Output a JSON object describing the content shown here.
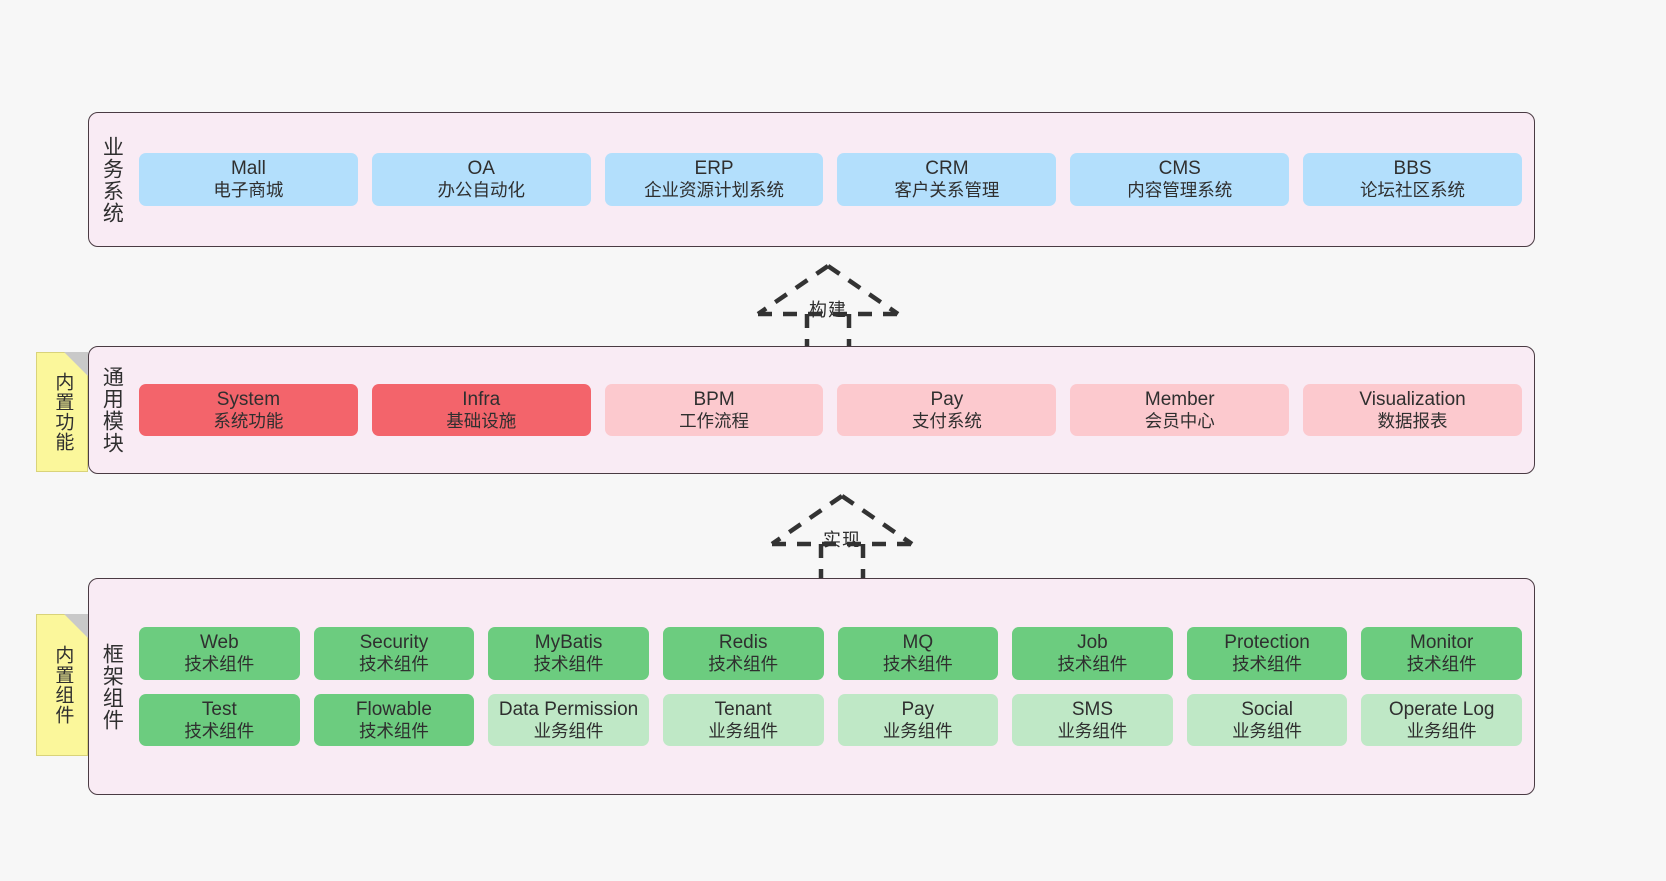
{
  "diagram": {
    "background": "#f7f7f7",
    "panel_fill": "#f9ebf4",
    "panel_border": "#4a3b43",
    "sticky_fill": "#fbf79b"
  },
  "layers": [
    {
      "id": "business",
      "title": "业务系统",
      "node_color": "#b3dffc",
      "rows": [
        {
          "nodes": [
            {
              "title": "Mall",
              "sub": "电子商城",
              "style": "blue"
            },
            {
              "title": "OA",
              "sub": "办公自动化",
              "style": "blue"
            },
            {
              "title": "ERP",
              "sub": "企业资源计划系统",
              "style": "blue"
            },
            {
              "title": "CRM",
              "sub": "客户关系管理",
              "style": "blue"
            },
            {
              "title": "CMS",
              "sub": "内容管理系统",
              "style": "blue"
            },
            {
              "title": "BBS",
              "sub": "论坛社区系统",
              "style": "blue"
            }
          ]
        }
      ]
    },
    {
      "id": "modules",
      "title": "通用模块",
      "sticky": "内置功能",
      "rows": [
        {
          "nodes": [
            {
              "title": "System",
              "sub": "系统功能",
              "style": "red-dark"
            },
            {
              "title": "Infra",
              "sub": "基础设施",
              "style": "red-dark"
            },
            {
              "title": "BPM",
              "sub": "工作流程",
              "style": "red-light"
            },
            {
              "title": "Pay",
              "sub": "支付系统",
              "style": "red-light"
            },
            {
              "title": "Member",
              "sub": "会员中心",
              "style": "red-light"
            },
            {
              "title": "Visualization",
              "sub": "数据报表",
              "style": "red-light"
            }
          ]
        }
      ]
    },
    {
      "id": "framework",
      "title": "框架组件",
      "sticky": "内置组件",
      "rows": [
        {
          "nodes": [
            {
              "title": "Web",
              "sub": "技术组件",
              "style": "grn-dark"
            },
            {
              "title": "Security",
              "sub": "技术组件",
              "style": "grn-dark"
            },
            {
              "title": "MyBatis",
              "sub": "技术组件",
              "style": "grn-dark"
            },
            {
              "title": "Redis",
              "sub": "技术组件",
              "style": "grn-dark"
            },
            {
              "title": "MQ",
              "sub": "技术组件",
              "style": "grn-dark"
            },
            {
              "title": "Job",
              "sub": "技术组件",
              "style": "grn-dark"
            },
            {
              "title": "Protection",
              "sub": "技术组件",
              "style": "grn-dark"
            },
            {
              "title": "Monitor",
              "sub": "技术组件",
              "style": "grn-dark"
            }
          ]
        },
        {
          "nodes": [
            {
              "title": "Test",
              "sub": "技术组件",
              "style": "grn-dark"
            },
            {
              "title": "Flowable",
              "sub": "技术组件",
              "style": "grn-dark"
            },
            {
              "title": "Data Permission",
              "sub": "业务组件",
              "style": "grn-light"
            },
            {
              "title": "Tenant",
              "sub": "业务组件",
              "style": "grn-light"
            },
            {
              "title": "Pay",
              "sub": "业务组件",
              "style": "grn-light"
            },
            {
              "title": "SMS",
              "sub": "业务组件",
              "style": "grn-light"
            },
            {
              "title": "Social",
              "sub": "业务组件",
              "style": "grn-light"
            },
            {
              "title": "Operate Log",
              "sub": "业务组件",
              "style": "grn-light"
            }
          ]
        }
      ]
    }
  ],
  "connectors": [
    {
      "id": "build",
      "label": "构建"
    },
    {
      "id": "implement",
      "label": "实现"
    }
  ]
}
